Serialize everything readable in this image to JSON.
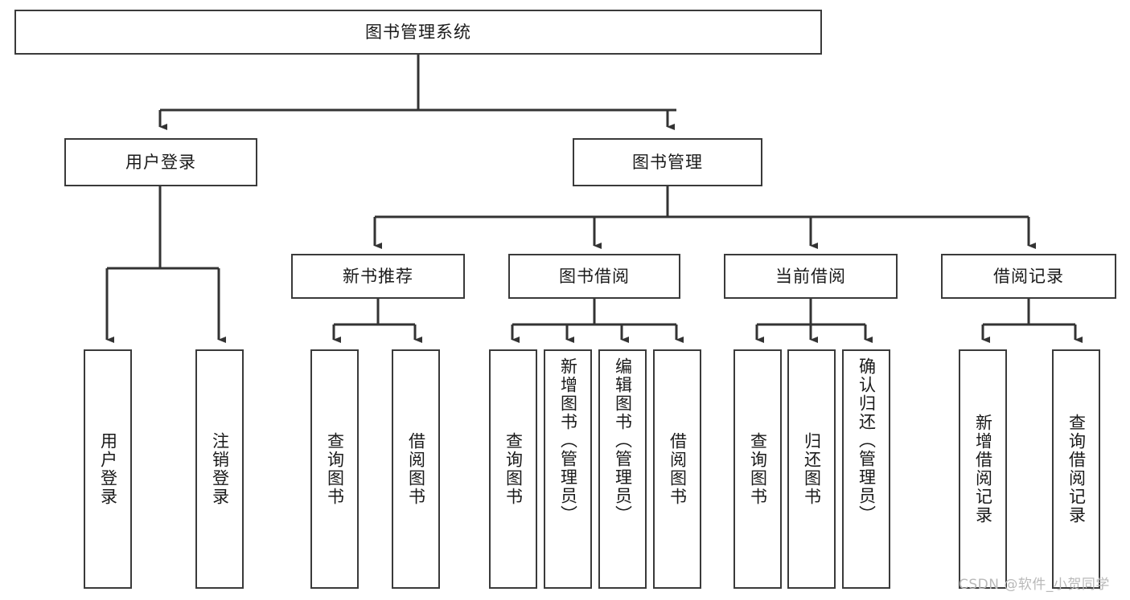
{
  "diagram": {
    "title": "图书管理系统",
    "type": "tree-hierarchy",
    "watermark": "CSDN @软件_小贺同学",
    "colors": {
      "box_border": "#3a3a3a",
      "box_fill": "#ffffff",
      "edge": "#333333",
      "text": "#1a1a1a",
      "watermark": "#b9b9b9"
    },
    "nodes": {
      "root": {
        "label": "图书管理系统",
        "orientation": "horizontal"
      },
      "level1": [
        {
          "id": "user-login",
          "label": "用户登录",
          "orientation": "horizontal"
        },
        {
          "id": "book-manage",
          "label": "图书管理",
          "orientation": "horizontal"
        }
      ],
      "level2": [
        {
          "id": "new-book-rec",
          "label": "新书推荐",
          "orientation": "horizontal"
        },
        {
          "id": "book-borrow",
          "label": "图书借阅",
          "orientation": "horizontal"
        },
        {
          "id": "current-borrow",
          "label": "当前借阅",
          "orientation": "horizontal"
        },
        {
          "id": "borrow-record",
          "label": "借阅记录",
          "orientation": "horizontal"
        }
      ],
      "leaves": [
        {
          "id": "leaf-user-login",
          "label": "用户登录",
          "parent": "user-login",
          "orientation": "vertical"
        },
        {
          "id": "leaf-logout-login",
          "label": "注销登录",
          "parent": "user-login",
          "orientation": "vertical"
        },
        {
          "id": "leaf-query-book-1",
          "label": "查询图书",
          "parent": "new-book-rec",
          "orientation": "vertical"
        },
        {
          "id": "leaf-borrow-book-1",
          "label": "借阅图书",
          "parent": "new-book-rec",
          "orientation": "vertical"
        },
        {
          "id": "leaf-query-book-2",
          "label": "查询图书",
          "parent": "book-borrow",
          "orientation": "vertical"
        },
        {
          "id": "leaf-add-book",
          "label": "新增图书（管理员）",
          "parent": "book-borrow",
          "orientation": "vertical"
        },
        {
          "id": "leaf-edit-book",
          "label": "编辑图书（管理员）",
          "parent": "book-borrow",
          "orientation": "vertical"
        },
        {
          "id": "leaf-borrow-book-2",
          "label": "借阅图书",
          "parent": "book-borrow",
          "orientation": "vertical"
        },
        {
          "id": "leaf-query-book-3",
          "label": "查询图书",
          "parent": "current-borrow",
          "orientation": "vertical"
        },
        {
          "id": "leaf-return-book",
          "label": "归还图书",
          "parent": "current-borrow",
          "orientation": "vertical"
        },
        {
          "id": "leaf-confirm-return",
          "label": "确认归还（管理员）",
          "parent": "current-borrow",
          "orientation": "vertical"
        },
        {
          "id": "leaf-add-record",
          "label": "新增借阅记录",
          "parent": "borrow-record",
          "orientation": "vertical"
        },
        {
          "id": "leaf-query-record",
          "label": "查询借阅记录",
          "parent": "borrow-record",
          "orientation": "vertical"
        }
      ]
    }
  }
}
